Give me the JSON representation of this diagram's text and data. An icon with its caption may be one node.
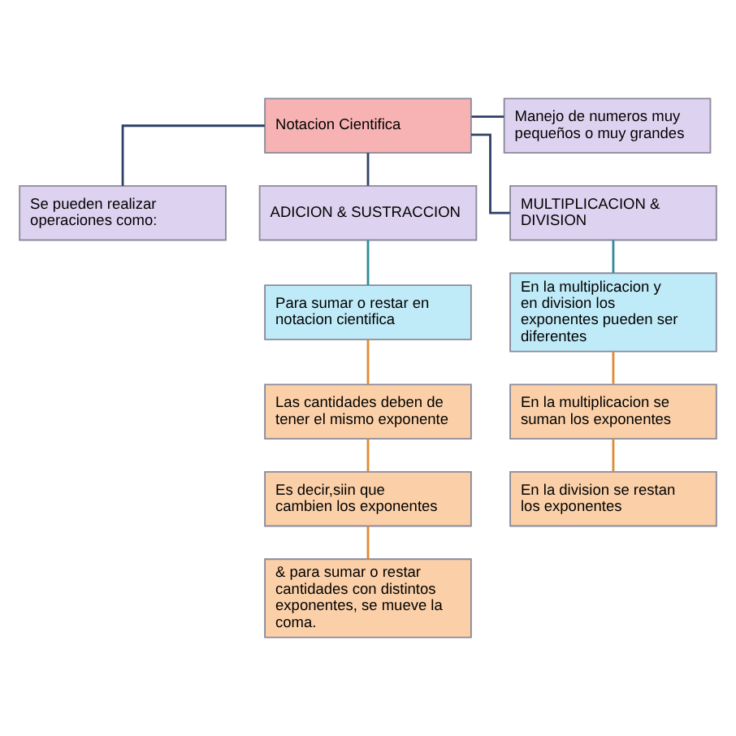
{
  "diagram": {
    "nodes": [
      {
        "text": [
          "Notacion Cientifica"
        ]
      },
      {
        "text": [
          "Manejo de numeros muy pequeños o muy grandes"
        ]
      },
      {
        "text": [
          "Se pueden realizar operaciones como:"
        ]
      },
      {
        "text": [
          "ADICION & SUSTRACCION"
        ]
      },
      {
        "text": [
          "MULTIPLICACION & DIVISION"
        ]
      },
      {
        "text": [
          "Para sumar o restar en notacion cientifica"
        ]
      },
      {
        "text": [
          "En la multiplicacion y en division los exponentes pueden ser diferentes"
        ]
      },
      {
        "text": [
          "Las cantidades deben de tener el mismo exponente"
        ]
      },
      {
        "text": [
          "En la multiplicacion se suman los exponentes"
        ]
      },
      {
        "text": [
          "Es decir,siin que cambien los exponentes"
        ]
      },
      {
        "text": [
          "En la division se restan los exponentes"
        ]
      },
      {
        "text": [
          "& para sumar o restar cantidades con distintos exponentes, se mueve la coma."
        ]
      }
    ],
    "edges": [
      {
        "from": 0,
        "to": 1,
        "arrow": "none",
        "color": "#2f3f66"
      },
      {
        "from": 0,
        "to": 2,
        "arrow": "none",
        "color": "#2f3f66"
      },
      {
        "from": 0,
        "to": 3,
        "arrow": "none",
        "color": "#2f3f66"
      },
      {
        "from": 0,
        "to": 4,
        "arrow": "none",
        "color": "#2f3f66"
      },
      {
        "from": 3,
        "to": 5,
        "arrow": "none",
        "color": "#2e8b9a"
      },
      {
        "from": 4,
        "to": 6,
        "arrow": "none",
        "color": "#2e8b9a"
      },
      {
        "from": 5,
        "to": 7,
        "arrow": "none"
      },
      {
        "from": 6,
        "to": 8,
        "arrow": "none"
      },
      {
        "from": 7,
        "to": 9,
        "arrow": "none"
      },
      {
        "from": 8,
        "to": 10,
        "arrow": "none"
      },
      {
        "from": 9,
        "to": 11,
        "arrow": "none"
      }
    ]
  }
}
